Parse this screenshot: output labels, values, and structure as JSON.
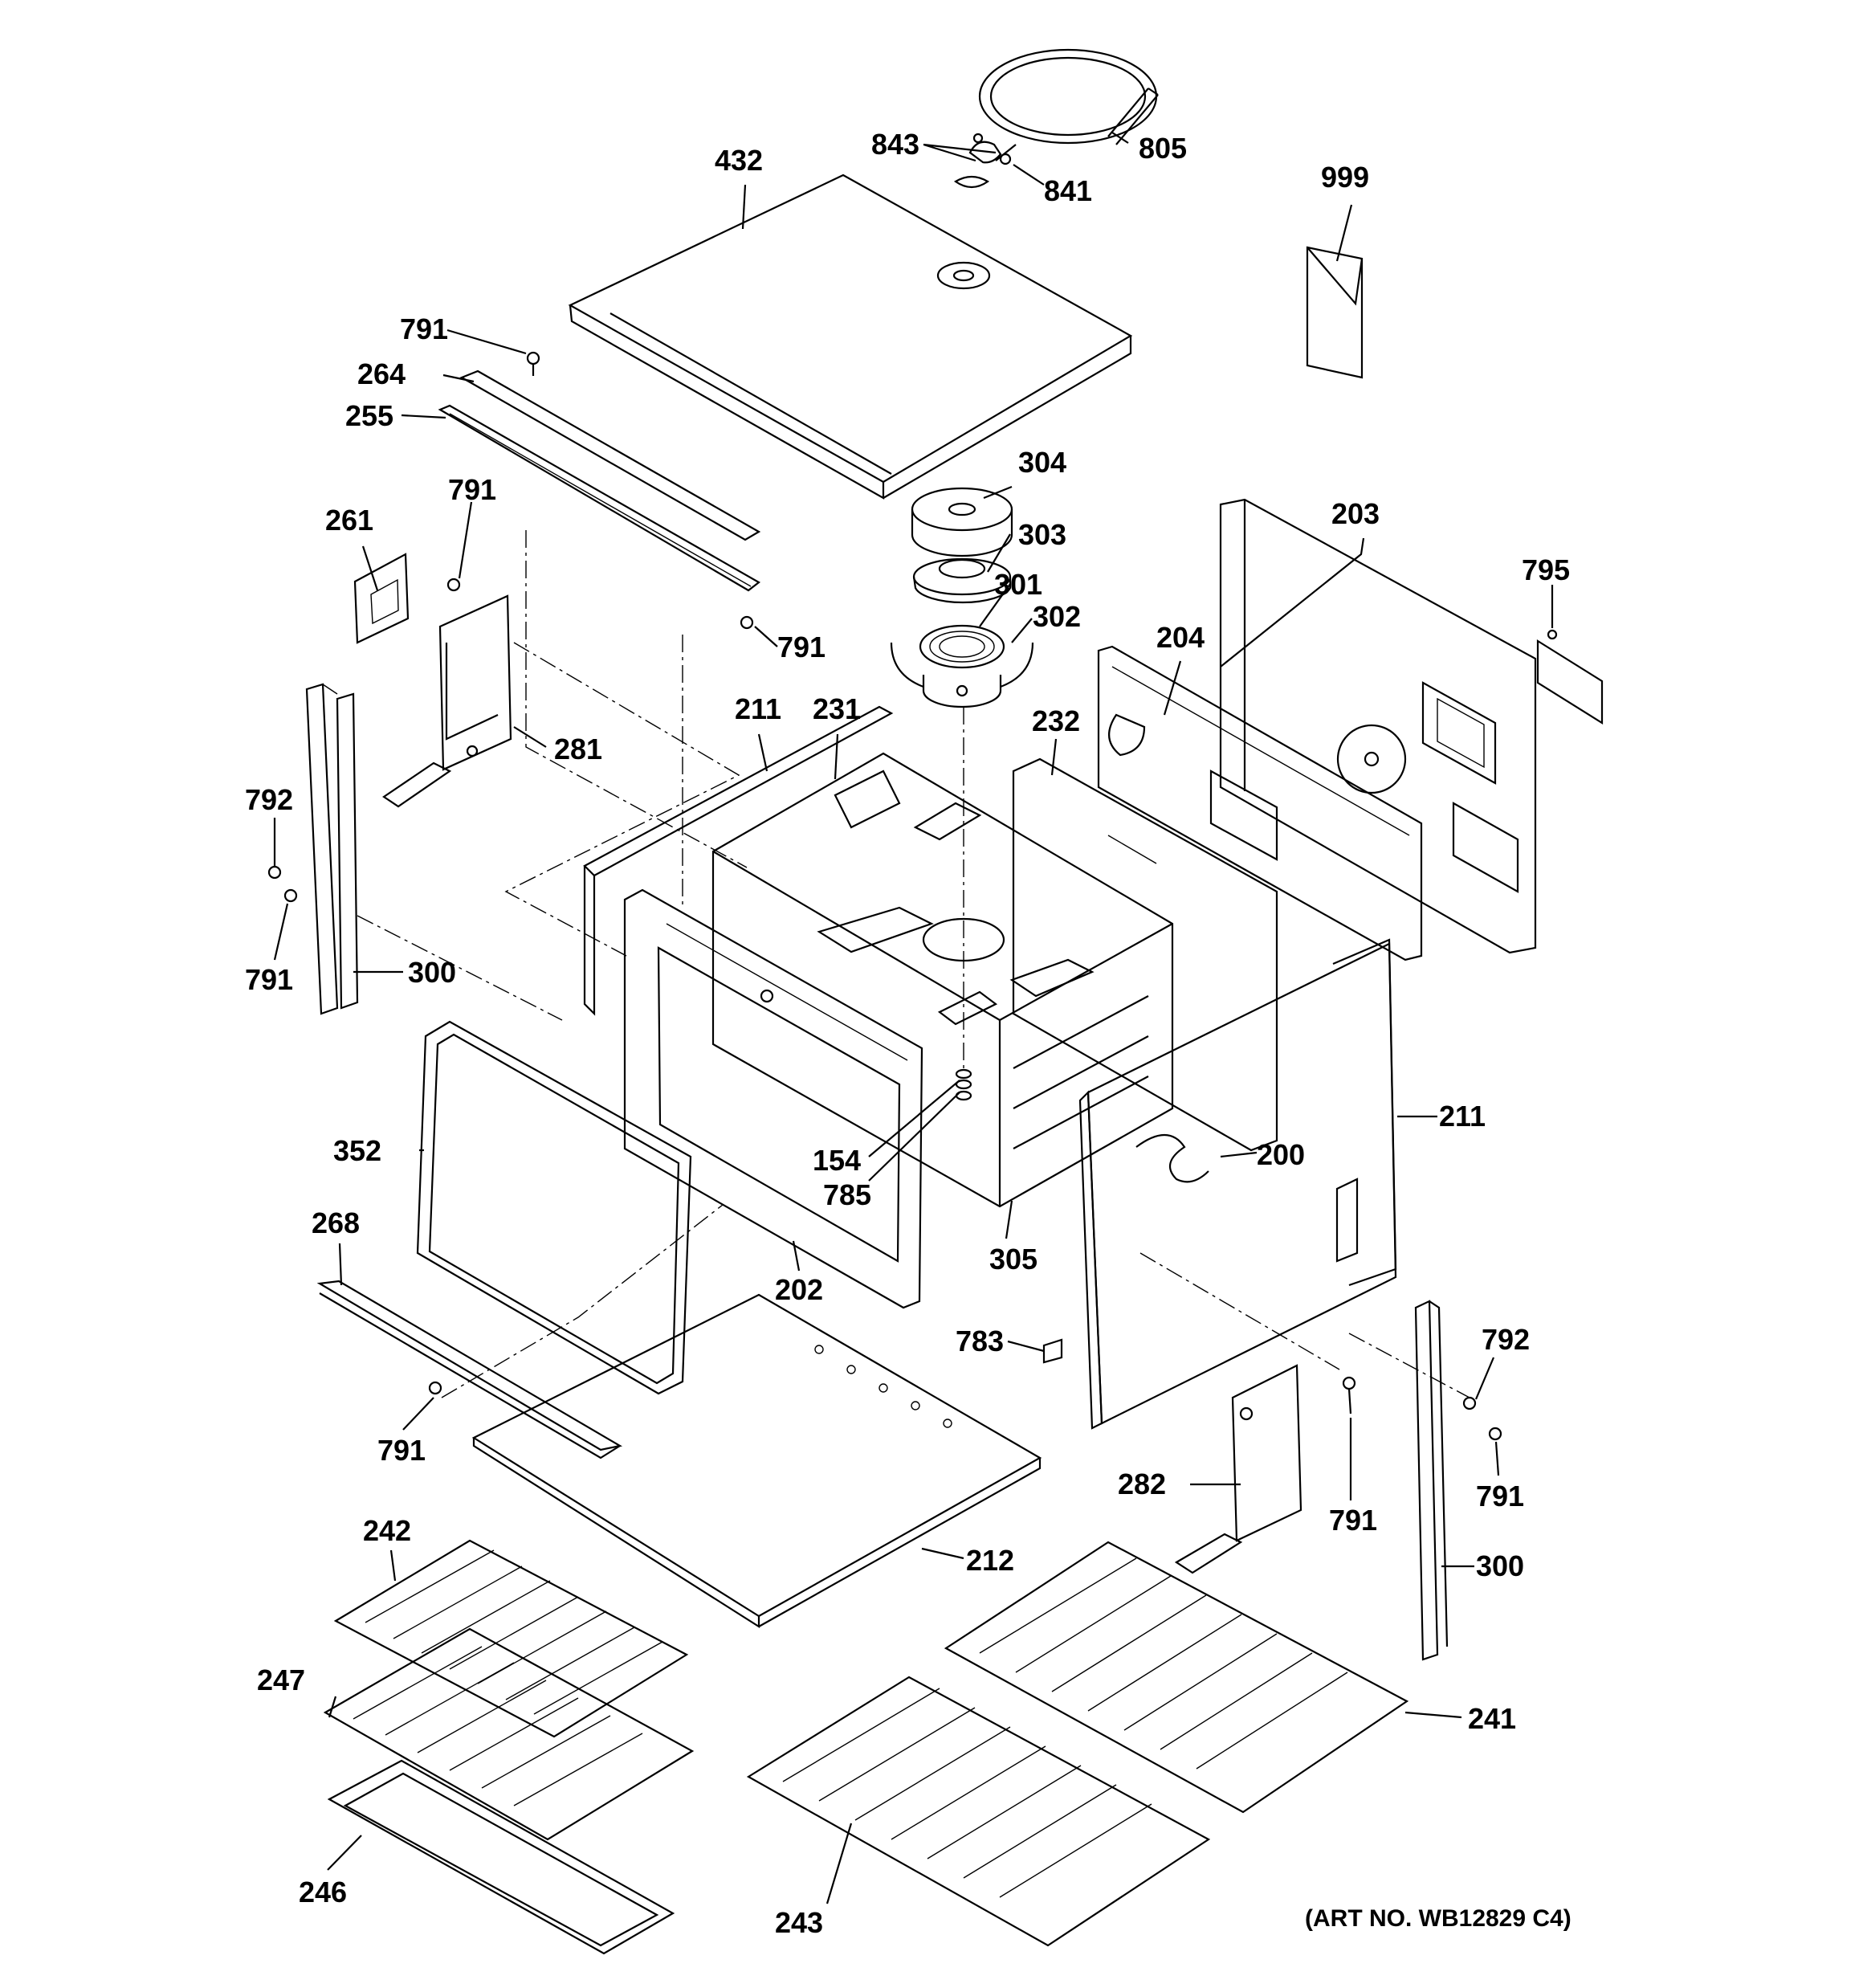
{
  "diagram": {
    "art_number": "(ART NO. WB12829 C4)",
    "callouts": [
      {
        "id": "c-805",
        "label": "805"
      },
      {
        "id": "c-843",
        "label": "843"
      },
      {
        "id": "c-841",
        "label": "841"
      },
      {
        "id": "c-432",
        "label": "432"
      },
      {
        "id": "c-999",
        "label": "999"
      },
      {
        "id": "c-791-a",
        "label": "791"
      },
      {
        "id": "c-264",
        "label": "264"
      },
      {
        "id": "c-255",
        "label": "255"
      },
      {
        "id": "c-304",
        "label": "304"
      },
      {
        "id": "c-303",
        "label": "303"
      },
      {
        "id": "c-301",
        "label": "301"
      },
      {
        "id": "c-302",
        "label": "302"
      },
      {
        "id": "c-261",
        "label": "261"
      },
      {
        "id": "c-791-b",
        "label": "791"
      },
      {
        "id": "c-791-c",
        "label": "791"
      },
      {
        "id": "c-203",
        "label": "203"
      },
      {
        "id": "c-795",
        "label": "795"
      },
      {
        "id": "c-204",
        "label": "204"
      },
      {
        "id": "c-281",
        "label": "281"
      },
      {
        "id": "c-211-a",
        "label": "211"
      },
      {
        "id": "c-231",
        "label": "231"
      },
      {
        "id": "c-232",
        "label": "232"
      },
      {
        "id": "c-792-a",
        "label": "792"
      },
      {
        "id": "c-791-d",
        "label": "791"
      },
      {
        "id": "c-300-a",
        "label": "300"
      },
      {
        "id": "c-211-b",
        "label": "211"
      },
      {
        "id": "c-352",
        "label": "352"
      },
      {
        "id": "c-154",
        "label": "154"
      },
      {
        "id": "c-785",
        "label": "785"
      },
      {
        "id": "c-200",
        "label": "200"
      },
      {
        "id": "c-268",
        "label": "268"
      },
      {
        "id": "c-305",
        "label": "305"
      },
      {
        "id": "c-202",
        "label": "202"
      },
      {
        "id": "c-783",
        "label": "783"
      },
      {
        "id": "c-792-b",
        "label": "792"
      },
      {
        "id": "c-791-e",
        "label": "791"
      },
      {
        "id": "c-282",
        "label": "282"
      },
      {
        "id": "c-791-f",
        "label": "791"
      },
      {
        "id": "c-791-g",
        "label": "791"
      },
      {
        "id": "c-300-b",
        "label": "300"
      },
      {
        "id": "c-242",
        "label": "242"
      },
      {
        "id": "c-212",
        "label": "212"
      },
      {
        "id": "c-247",
        "label": "247"
      },
      {
        "id": "c-241",
        "label": "241"
      },
      {
        "id": "c-246",
        "label": "246"
      },
      {
        "id": "c-243",
        "label": "243"
      }
    ]
  }
}
